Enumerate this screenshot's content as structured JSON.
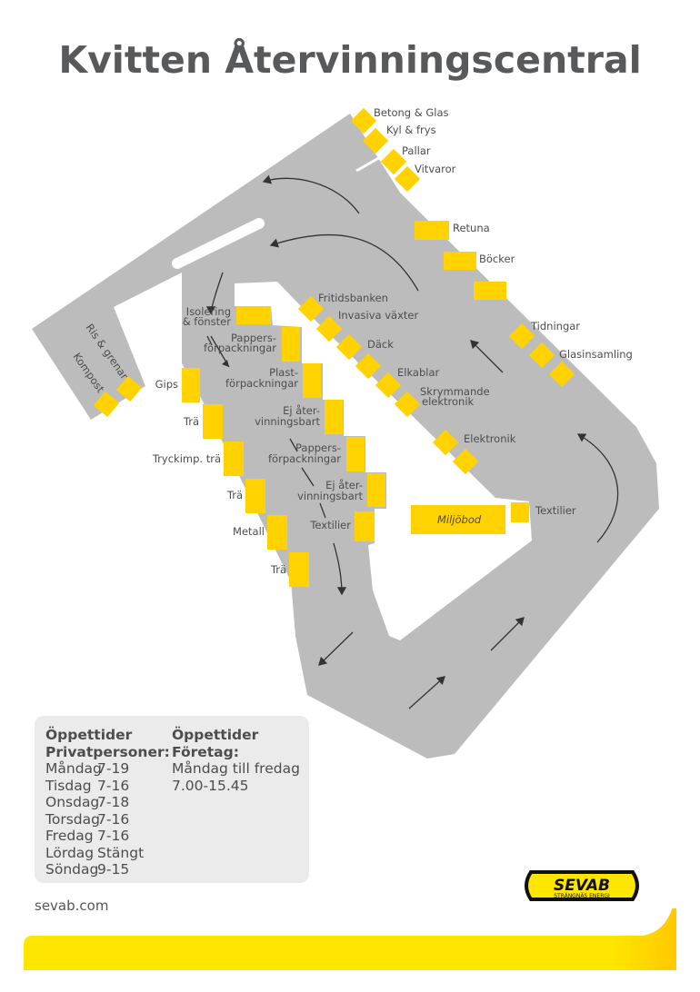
{
  "title": "Kvitten Återvinningscentral",
  "map": {
    "labels": {
      "betong": "Betong & Glas",
      "kyl": "Kyl & frys",
      "pallar": "Pallar",
      "vitvaror": "Vitvaror",
      "retuna": "Retuna",
      "bocker": "Böcker",
      "tidningar": "Tidningar",
      "glas": "Glasinsamling",
      "fritid": "Fritidsbanken",
      "invasiva": "Invasiva växter",
      "dack": "Däck",
      "elkablar": "Elkablar",
      "skrym1": "Skrymmande",
      "skrym2": "elektronik",
      "elektronik": "Elektronik",
      "miljobod": "Miljöbod",
      "textilier_r": "Textilier",
      "isol1": "Isolering",
      "isol2": "& fönster",
      "papp1a": "Pappers-",
      "papp1b": "förpackningar",
      "plast1": "Plast-",
      "plast2": "förpackningar",
      "ej1a": "Ej åter-",
      "ej1b": "vinningsbart",
      "papp2a": "Pappers-",
      "papp2b": "förpackningar",
      "ej2a": "Ej åter-",
      "ej2b": "vinningsbart",
      "textilier_l": "Textilier",
      "gips": "Gips",
      "tra1": "Trä",
      "tryck": "Tryckimp. trä",
      "tra2": "Trä",
      "metall": "Metall",
      "tra3": "Trä",
      "ris": "Ris & grenar",
      "kompost": "Kompost"
    }
  },
  "hours": {
    "private": {
      "title1": "Öppettider",
      "title2": "Privatpersoner:",
      "rows": [
        [
          "Måndag",
          "7-19"
        ],
        [
          "Tisdag",
          "7-16"
        ],
        [
          "Onsdag",
          "7-18"
        ],
        [
          "Torsdag",
          "7-16"
        ],
        [
          "Fredag",
          "7-16"
        ],
        [
          "Lördag",
          "Stängt"
        ],
        [
          "Söndag",
          "9-15"
        ]
      ]
    },
    "business": {
      "title1": "Öppettider",
      "title2": "Företag:",
      "line1": "Måndag till fredag",
      "line2": "7.00-15.45"
    }
  },
  "website": "sevab.com",
  "logo": {
    "name": "SEVAB",
    "sub": "STRÄNGNÄS ENERGI"
  },
  "colors": {
    "yellow": "#ffd200",
    "gray": "#bcbcbc",
    "text": "#58595b"
  }
}
